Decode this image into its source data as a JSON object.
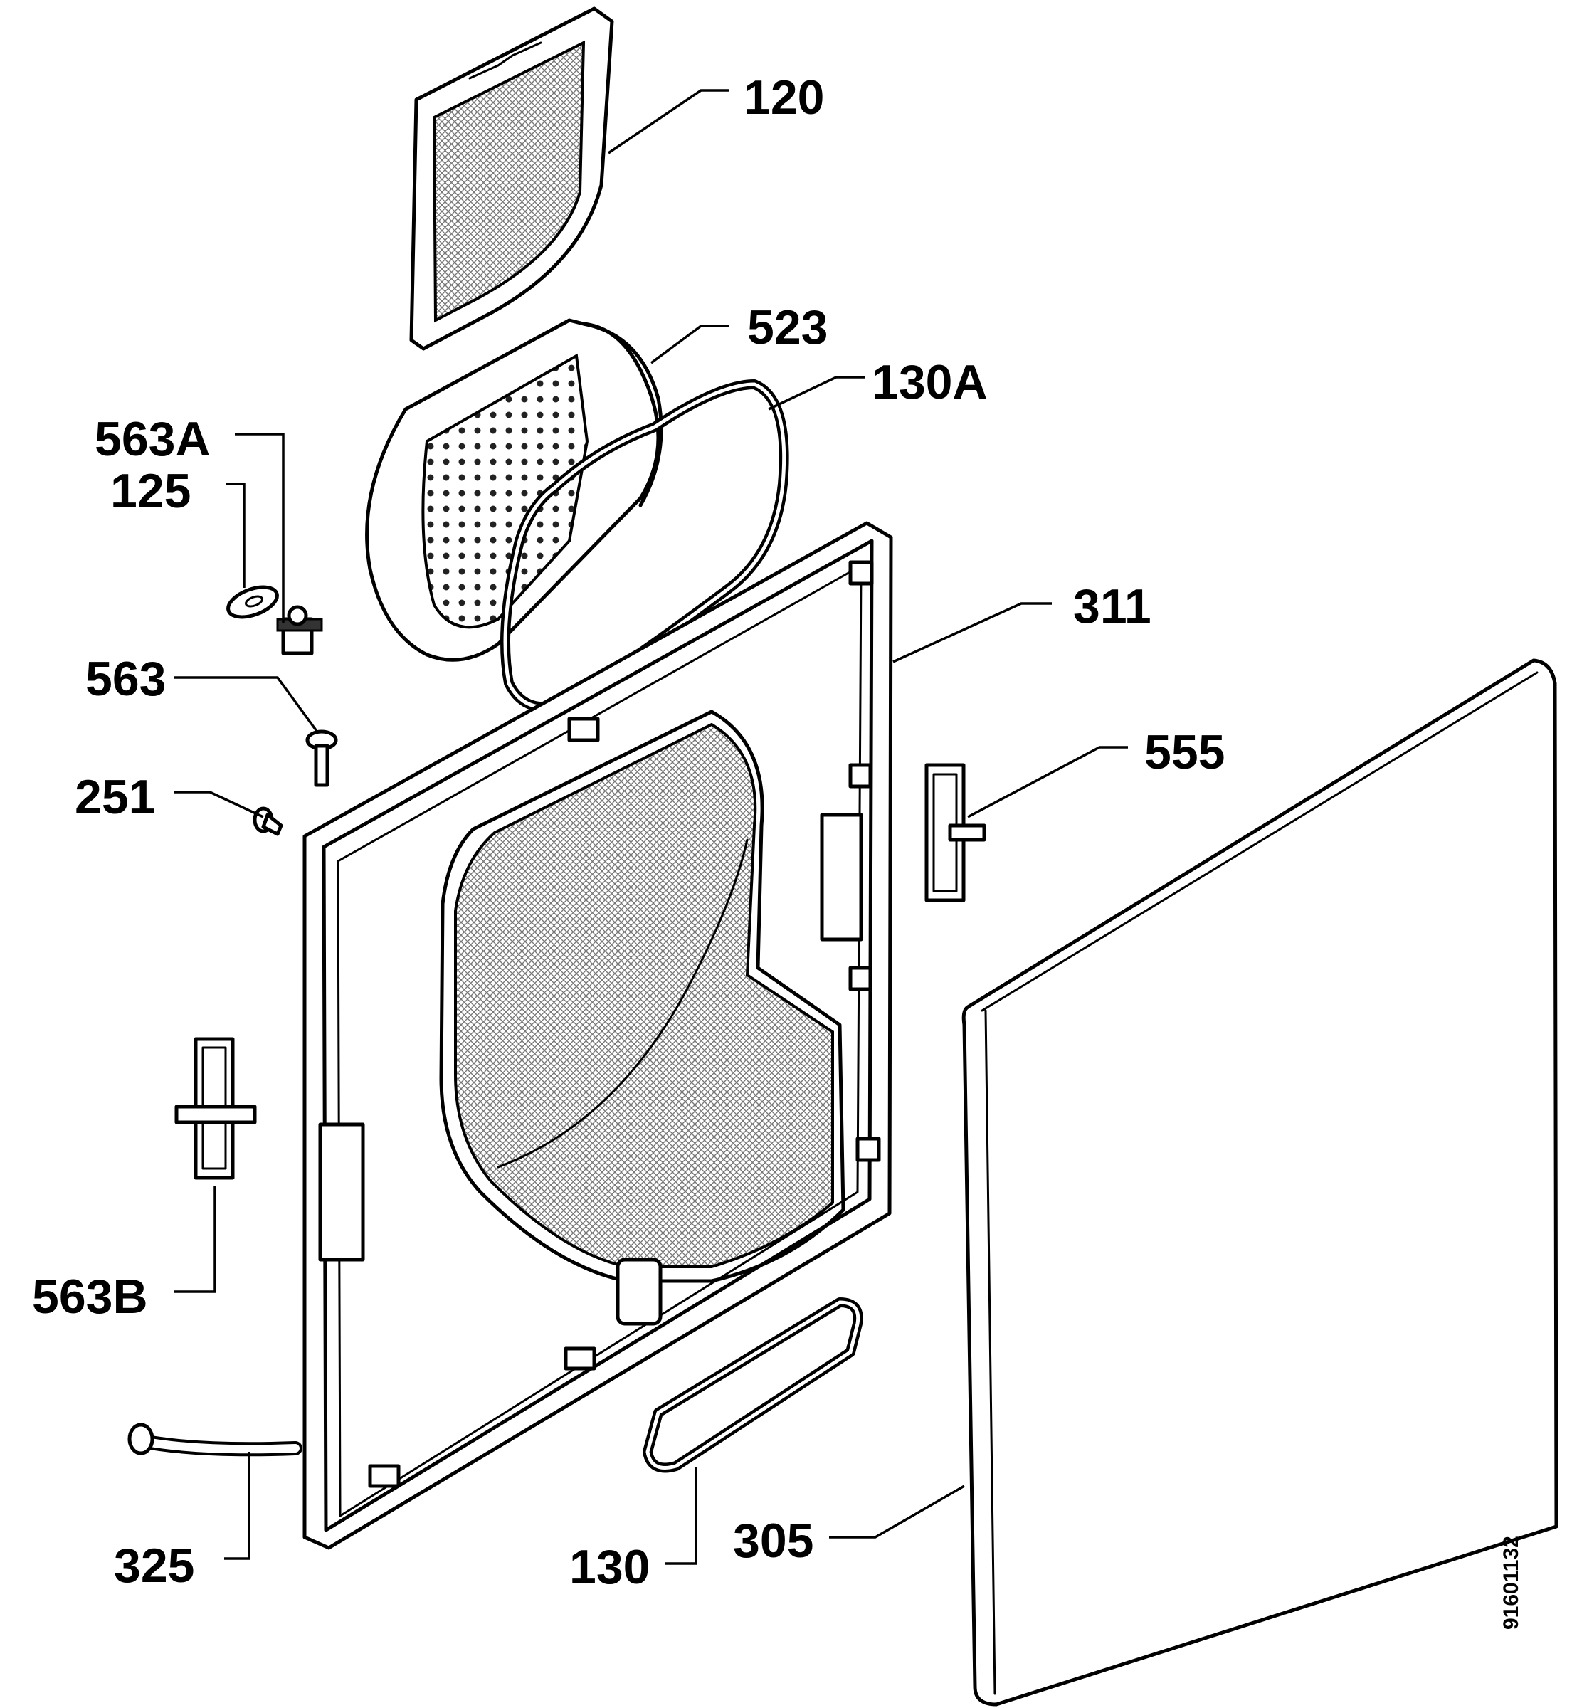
{
  "callouts": {
    "p120": "120",
    "p523": "523",
    "p130A": "130A",
    "p563A": "563A",
    "p125": "125",
    "p311": "311",
    "p563": "563",
    "p555": "555",
    "p251": "251",
    "p563B": "563B",
    "p325": "325",
    "p305": "305",
    "p130": "130"
  },
  "drawing_number": "91601132"
}
